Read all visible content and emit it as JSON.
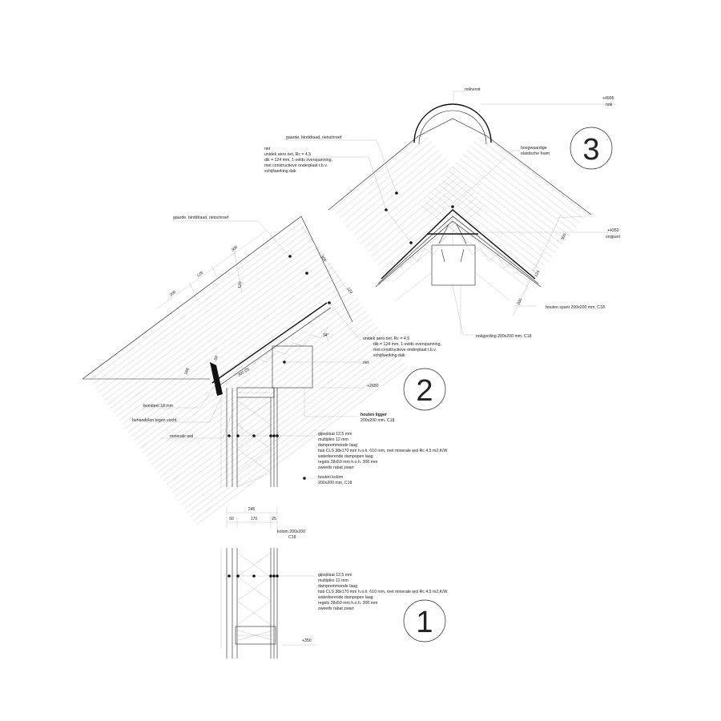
{
  "detail_3": {
    "number": "3",
    "nokvorst": "nokvorst",
    "level_top": "+4995",
    "level_top_label": "nok",
    "gaarde": "gaarde, binddraad, rietschroef",
    "riet": "riet",
    "unidek_lines": [
      "unidek aero riet, Rc = 4,5",
      "dik = 124 mm, 1-velds overspanning,",
      "met constructieve onderplaat t.b.v.",
      "schijfwerking dak"
    ],
    "foam": [
      "hoogwaardige",
      "elastische foam"
    ],
    "level_snij": "+4350",
    "level_snij_label": "snijpunt",
    "dim_300": "300",
    "dim_124": "124",
    "dim_200": "200",
    "spant": "houten spant 200x200 mm, C18",
    "nokgording": "nokgording 200x200 mm, C18"
  },
  "detail_2": {
    "number": "2",
    "gaarde": "gaarde, binddraad, rietschroef",
    "dims_top": [
      "200",
      "120",
      "300"
    ],
    "dim_300": "300",
    "dim_120": "120",
    "dim_124": "124",
    "dim_160": "160",
    "dim_50": "50",
    "dim_300_small": "300 (2)",
    "angle": "34°",
    "unidek_lines": [
      "unidek aero riet, Rc = 4,5",
      "dik = 124 mm, 1-velds overspanning,",
      "met constructieve onderplaat t.b.v.",
      "schijfwerking dak"
    ],
    "riet": "riet",
    "level": "+2650",
    "boeideel": "boeideel 18 mm",
    "behandelen": "behandelen tegen vocht",
    "minerale": "minerale wol",
    "ligger_title": "houten ligger",
    "ligger_spec": "200x200 mm, C18",
    "wall_lines": [
      "gipsplaat 12,5 mm",
      "multiplex 12 mm",
      "dampremmende laag",
      "hsb CLS 38x170 mm h.o.h. 610 mm, met minerale wol Rc 4,5 m2.K/W",
      "waterkerende dampopen laag",
      "regels 28x50 mm h.o.h. 300 mm",
      "zweeds rabat zwart"
    ],
    "kolom_lines": [
      "houten kolom",
      "200x200 mm, C18"
    ]
  },
  "detail_1": {
    "number": "1",
    "dim_total": "245",
    "dim_parts": [
      "50",
      "170",
      "25"
    ],
    "kolom_lines": [
      "kolom 200x200",
      "C18"
    ],
    "wall_lines": [
      "gipsplaat 12,5 mm",
      "multiplex 12 mm",
      "dampremmende laag",
      "hsb CLS 38x170 mm h.o.h. 610 mm, met minerale wol Rc 4,5 m2.K/W",
      "waterkerende dampopen laag",
      "regels 28x50 mm h.o.h. 300 mm",
      "zweeds rabat zwart"
    ],
    "level": "+350"
  }
}
